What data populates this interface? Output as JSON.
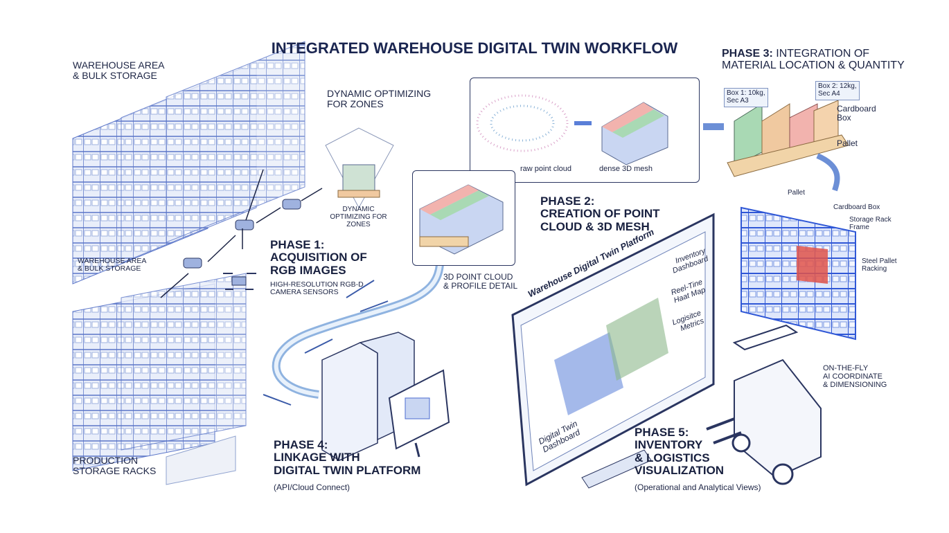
{
  "title": "INTEGRATED WAREHOUSE DIGITAL TWIN WORKFLOW",
  "left": {
    "warehouse_label": "WAREHOUSE AREA\n& BULK STORAGE",
    "warehouse_label_small": "WAREHOUSE AREA\n& BULK STORAGE",
    "production_label": "PRODUCTION\nSTORAGE RACKS",
    "zones_label": "DYNAMIC OPTIMIZING\nFOR ZONES",
    "zones_label_small": "DYNAMIC\nOPTIMIZING FOR ZONES"
  },
  "phase1": {
    "title": "PHASE 1:\nACQUISITION OF\nRGB IMAGES",
    "subtitle": "HIGH-RESOLUTION RGB-D\nCAMERA SENSORS"
  },
  "phase2": {
    "title": "PHASE 2:\nCREATION OF POINT\nCLOUD & 3D MESH",
    "raw_label": "raw point cloud",
    "mesh_label": "dense 3D mesh",
    "detail_label": "3D POINT CLOUD\n& PROFILE DETAIL"
  },
  "phase3": {
    "title_bold": "PHASE 3:",
    "title_rest": " INTEGRATION OF\nMATERIAL LOCATION & QUANTITY",
    "box1": "Box 1: 10kg,\nSec A3",
    "box2": "Box 2: 12kg,\nSec A4",
    "cardboard": "Cardboard\nBox",
    "pallet": "Pallet"
  },
  "rack_labels": {
    "pallet": "Pallet",
    "cardboard": "Cardboard Box",
    "frame": "Storage Rack\nFrame",
    "racking": "Steel Pallet\nRacking"
  },
  "phase4": {
    "title": "PHASE 4:\nLINKAGE WITH\nDIGITAL TWIN PLATFORM",
    "subtitle": "(API/Cloud Connect)"
  },
  "monitor": {
    "header": "Warehouse Digital Twin Platform",
    "menu": [
      "Inventory\nDashboard",
      "Reel-Tine\nHaat Map",
      "Logisitce\nMetrics"
    ],
    "corner": "Digital Twin\nDashboard"
  },
  "phase5": {
    "title": "PHASE 5:\nINVENTORY\n& LOGISTICS\nVISUALIZATION",
    "subtitle": "(Operational and Analytical Views)"
  },
  "forklift_label": "ON-THE-FLY\nAI COORDINATE\n& DIMENSIONING",
  "colors": {
    "ink": "#1c2444",
    "rack": "#4a6bd0",
    "light": "#c9d6f2",
    "highlight": "#e0544a",
    "box_green": "#a9d9b4",
    "box_tan": "#f0c9a0",
    "box_pink": "#f2b3ae",
    "box_blue": "#b9cdf0"
  }
}
